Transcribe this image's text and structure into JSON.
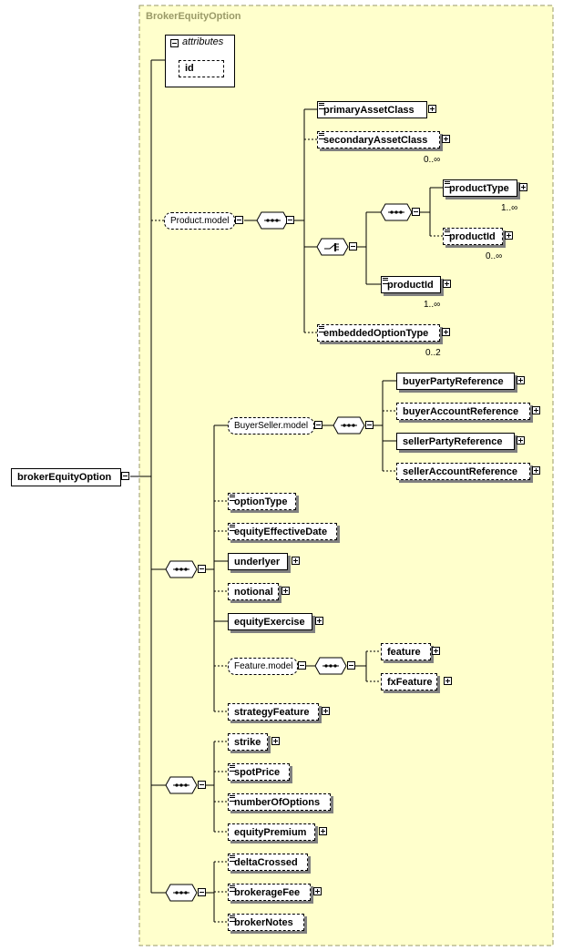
{
  "diagram": {
    "group_title": "BrokerEquityOption",
    "root": "brokerEquityOption",
    "attributes_label": "attributes",
    "attributes": [
      "id"
    ],
    "product_model": "Product.model",
    "buyer_seller_model": "BuyerSeller.model",
    "feature_model": "Feature.model",
    "elements": {
      "primaryAssetClass": "primaryAssetClass",
      "secondaryAssetClass": "secondaryAssetClass",
      "productType": "productType",
      "productId_opt": "productId",
      "productId_req": "productId",
      "embeddedOptionType": "embeddedOptionType",
      "buyerPartyReference": "buyerPartyReference",
      "buyerAccountReference": "buyerAccountReference",
      "sellerPartyReference": "sellerPartyReference",
      "sellerAccountReference": "sellerAccountReference",
      "optionType": "optionType",
      "equityEffectiveDate": "equityEffectiveDate",
      "underlyer": "underlyer",
      "notional": "notional",
      "equityExercise": "equityExercise",
      "feature": "feature",
      "fxFeature": "fxFeature",
      "strategyFeature": "strategyFeature",
      "strike": "strike",
      "spotPrice": "spotPrice",
      "numberOfOptions": "numberOfOptions",
      "equityPremium": "equityPremium",
      "deltaCrossed": "deltaCrossed",
      "brokerageFee": "brokerageFee",
      "brokerNotes": "brokerNotes"
    },
    "cardinalities": {
      "secondaryAssetClass": "0..∞",
      "productType": "1..∞",
      "productId_opt": "0..∞",
      "productId_req": "1..∞",
      "embeddedOptionType": "0..2"
    },
    "colors": {
      "background": "#ffffcc",
      "border": "#9a9a68",
      "title": "#9a9a68"
    }
  }
}
